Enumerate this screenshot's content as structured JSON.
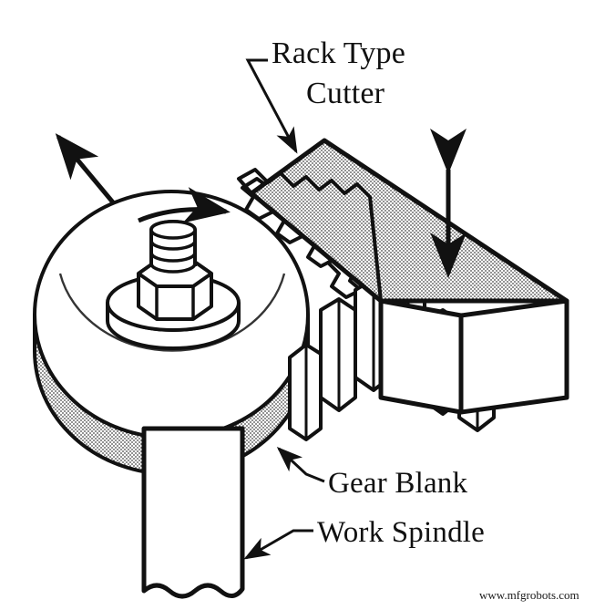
{
  "figure": {
    "title": "Rack type cutter gear generation diagram",
    "background_color": "#ffffff",
    "line_color": "#111111",
    "shade_color": "#b9b9b9",
    "labels": {
      "rack_cutter_line1": "Rack Type",
      "rack_cutter_line2": "Cutter",
      "gear_blank": "Gear Blank",
      "work_spindle": "Work Spindle"
    },
    "watermark": "www.mfgrobots.com",
    "annotations": {
      "feed_arrow": "diagonal-feed-arrow",
      "rotation_arrow": "curved-rotation-arrow",
      "reciprocation_arrow": "double-headed-vertical-arrow"
    },
    "parts": {
      "rack_cutter": "stippled rack cutter block with cutting teeth",
      "gear_blank": "cylindrical gear blank with generated teeth",
      "work_spindle": "work spindle shaft with break line",
      "hex_nut": "hex clamping nut",
      "washer": "clamping washer",
      "stud": "threaded stud"
    }
  }
}
